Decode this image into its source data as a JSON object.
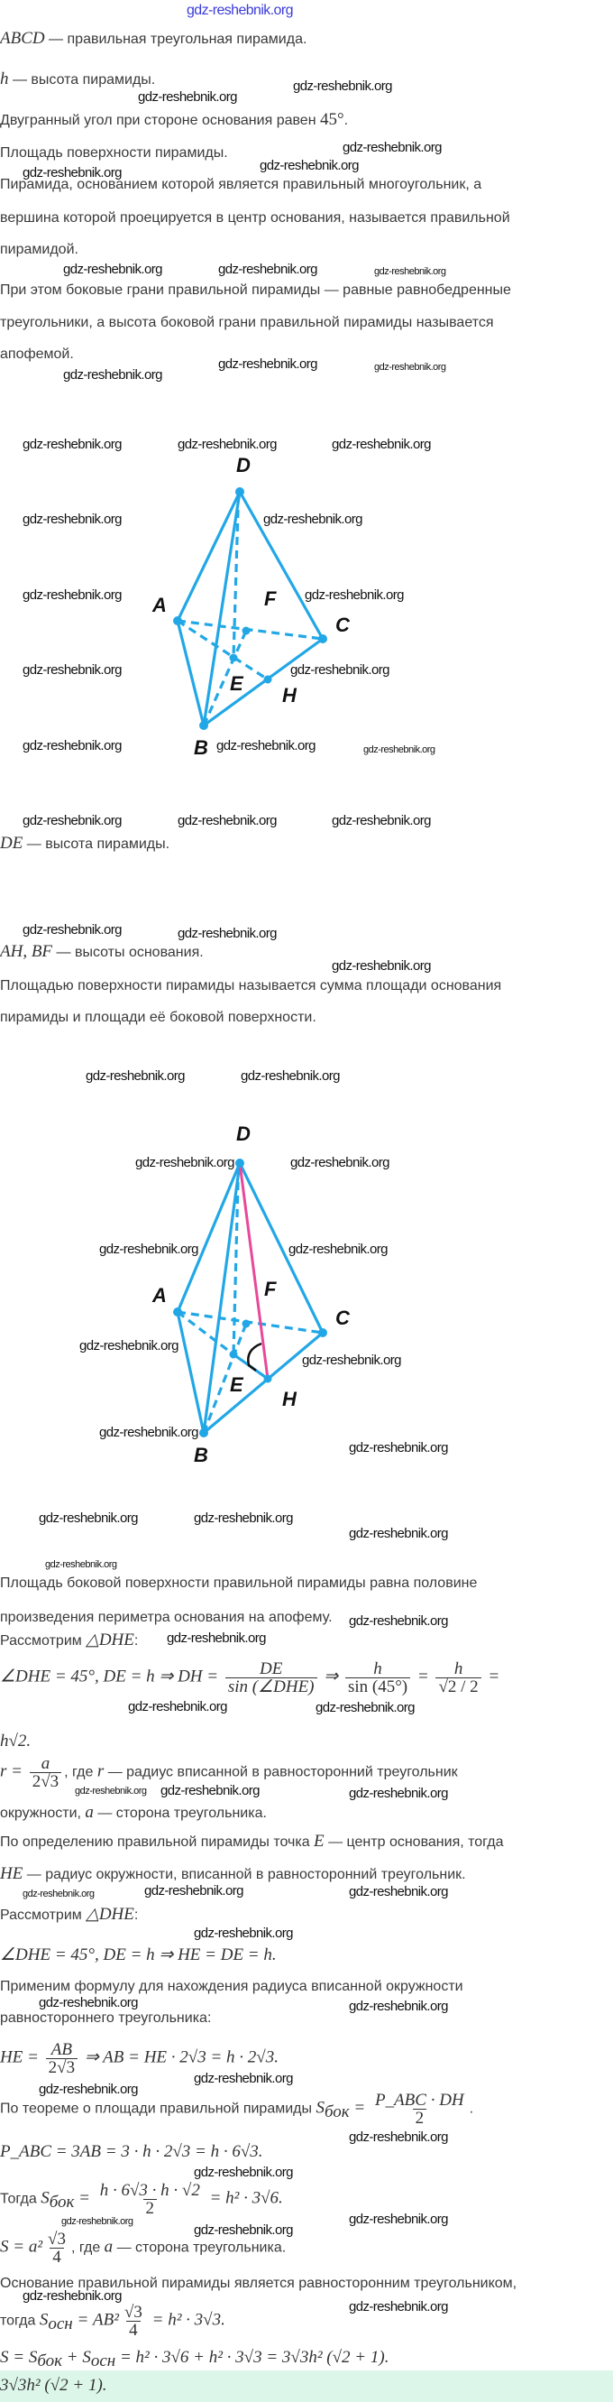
{
  "watermark": "gdz-reshebnik.org",
  "intro": {
    "l1_math": "ABCD",
    "l1_text": " — правильная треугольная пирамида.",
    "l2_math": "h",
    "l2_text": " — высота пирамиды.",
    "l3_text": "Двугранный угол при стороне основания равен ",
    "l3_math": "45°",
    "l3_end": ".",
    "l4_text": "Площадь поверхности пирамиды.",
    "l5": "Пирамида, основанием которой является правильный многоугольник, а",
    "l6": "вершина которой проецируется в центр основания, называется правильной",
    "l7": "пирамидой.",
    "l8": "При этом боковые грани правильной пирамиды — равные равнобедренные",
    "l9": "треугольники, а высота боковой грани правильной пирамиды называется",
    "l10": "апофемой."
  },
  "diagram_labels": {
    "D": "D",
    "A": "A",
    "B": "B",
    "C": "C",
    "E": "E",
    "F": "F",
    "H": "H"
  },
  "colors": {
    "edge": "#22a7e6",
    "apothem": "#e8489a",
    "answer_bg": "#dcf7ea"
  },
  "mid": {
    "de_math": "DE",
    "de_text": " — высота пирамиды.",
    "ah_math": "AH, BF",
    "ah_text": " — высоты основания.",
    "l1": "Площадью поверхности пирамиды называется сумма площади основания",
    "l2": "пирамиды и площади её боковой поверхности."
  },
  "solution": {
    "p1": "Площадь боковой поверхности правильной пирамиды равна половине",
    "p2": "произведения периметра основания на апофему.",
    "consider": "Рассмотрим ",
    "tri": "△DHE",
    "colon": ":",
    "f1_a": "∠DHE = 45°, DE = h ⇒ DH = ",
    "f1_num": "DE",
    "f1_den": "sin (∠DHE)",
    "f1_b": " ⇒ ",
    "f1_num2": "h",
    "f1_den2": "sin (45°)",
    "f1_c": " = ",
    "f1_num3": "h",
    "f1_den3": "√2 / 2",
    "f1_d": " =",
    "f1_e": "h√2.",
    "r_a": "r = ",
    "r_num": "a",
    "r_den": "2√3",
    "r_text1": ", где ",
    "r_var": "r",
    "r_text2": " — радиус вписанной в равносторонний треугольник",
    "r_text3": "окружности, ",
    "r_var2": "a",
    "r_text4": " — сторона треугольника.",
    "def1": "По определению правильной пирамиды точка ",
    "def_var": "E",
    "def2": " — центр основания, тогда",
    "he_var": "HE",
    "he_text": " — радиус окружности, вписанной в равносторонний треугольник.",
    "f2": "∠DHE = 45°, DE = h ⇒ HE = DE = h.",
    "apply1": "Применим формулу для нахождения радиуса вписанной окружности",
    "apply2": "равностороннего треугольника:",
    "f3_a": "HE = ",
    "f3_num": "AB",
    "f3_den": "2√3",
    "f3_b": " ⇒ AB = HE · 2√3 = h · 2√3.",
    "thm_text": "По теореме о площади правильной пирамиды ",
    "thm_s": "S",
    "thm_sub": "бок",
    "thm_eq": " = ",
    "thm_num": "P_ABC · DH",
    "thm_den": "2",
    "thm_end": ".",
    "per": "P_ABC = 3AB = 3 · h · 2√3 = h · 6√3.",
    "then_text": "Тогда ",
    "then_eq": " = ",
    "then_num": "h · 6√3 · h · √2",
    "then_den": "2",
    "then_res": " = h² · 3√6.",
    "sarea_a": "S = a²",
    "sarea_num": "√3",
    "sarea_den": "4",
    "sarea_text1": ", где ",
    "sarea_var": "a",
    "sarea_text2": " — сторона треугольника.",
    "base1": "Основание правильной пирамиды является равносторонним треугольником,",
    "base2": "тогда ",
    "base_sub": "осн",
    "base_eq": " = AB²",
    "base_res": " = h² · 3√3.",
    "total": "S = S",
    "total_mid": " + S",
    "total_res": " = h² · 3√6 + h² · 3√3 = 3√3h² (√2 + 1).",
    "answer": "3√3h² (√2 + 1)."
  }
}
